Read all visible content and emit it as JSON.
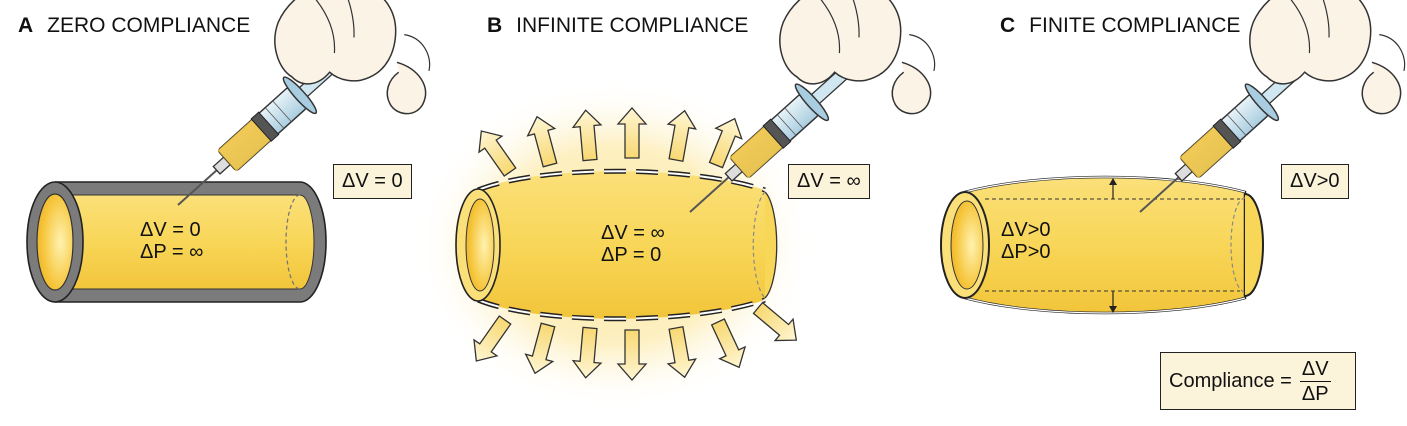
{
  "panels": [
    {
      "letter": "A",
      "title": "ZERO COMPLIANCE",
      "syringe_label": "ΔV = 0",
      "inside": [
        "ΔV = 0",
        "ΔP = ∞"
      ]
    },
    {
      "letter": "B",
      "title": "INFINITE COMPLIANCE",
      "syringe_label": "ΔV = ∞",
      "inside": [
        "ΔV = ∞",
        "ΔP = 0"
      ]
    },
    {
      "letter": "C",
      "title": "FINITE COMPLIANCE",
      "syringe_label": "ΔV>0",
      "inside": [
        "ΔV>0",
        "ΔP>0"
      ]
    }
  ],
  "formula": {
    "label": "Compliance =",
    "numerator": "ΔV",
    "denominator": "ΔP"
  },
  "colors": {
    "fill": "#f7cf45",
    "fill_light": "#fbe38a",
    "glow": "#fdeeb0",
    "wall_gray": "#7b7b7b",
    "box_bg": "#fbf3da",
    "arrow_fill": "#fbe39a",
    "outline": "#222222"
  }
}
